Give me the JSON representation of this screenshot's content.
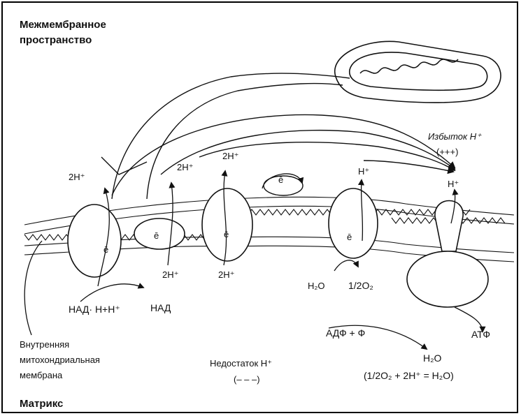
{
  "labels": {
    "intermembrane": [
      "Межмембранное",
      "пространство"
    ],
    "excess": [
      "Избыток H⁺",
      "(+++)"
    ],
    "matrix": "Матрикс",
    "deficit": [
      "Недостаток H⁺",
      "(– – –)"
    ],
    "inner_membrane": [
      "Внутренняя",
      "митохондриальная",
      "мембрана"
    ],
    "h2_top_1": "2H⁺",
    "h2_top_2": "2H⁺",
    "h2_top_3": "2H⁺",
    "h_top_4": "H⁺",
    "h_top_5": "H⁺",
    "h2_bottom_1": "2H⁺",
    "h2_bottom_2": "2H⁺",
    "electron": "ē",
    "nadh": "НАД· Н+Н⁺",
    "nad": "НАД",
    "water_in": "H₂O",
    "half_o2": "1/2O₂",
    "adp": "АДФ + Ф",
    "atp": "АТФ",
    "water_out": "H₂O",
    "equation": "(1/2O₂ + 2H⁺ = H₂O)"
  },
  "colors": {
    "ink": "#111111",
    "background": "#ffffff"
  }
}
